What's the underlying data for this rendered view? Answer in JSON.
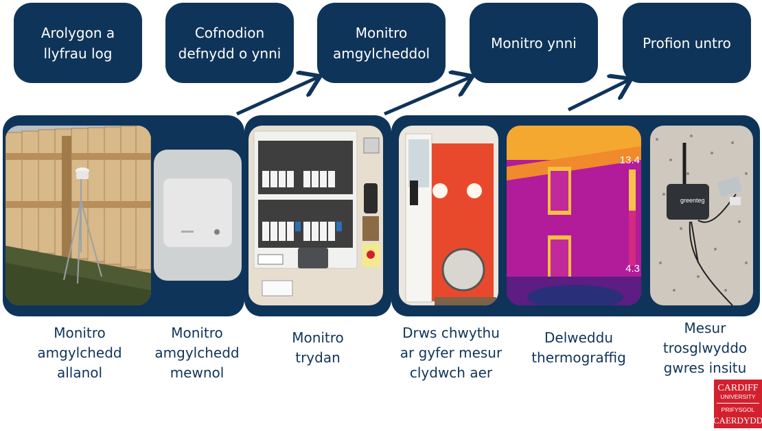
{
  "top_boxes": [
    "Arolygon a llyfrau log",
    "Cofnodion defnydd o ynni",
    "Monitro amgylcheddol",
    "Monitro ynni",
    "Profion untro"
  ],
  "captions": [
    "Monitro amgylchedd allanol",
    "Monitro amgylchedd mewnol",
    "Monitro trydan",
    "Drws chwythu ar gyfer mesur clydwch aer",
    "Delweddu thermograffig",
    "Mesur trosglwyddo gwres insitu"
  ],
  "thermal_scale": {
    "max": "13.4",
    "min": "4.3"
  },
  "sensor_brand": "greenteg",
  "logo": {
    "line1": "CARDIFF",
    "line2": "UNIVERSITY",
    "line3": "PRIFYSGOL",
    "line4": "CAERDYDD"
  },
  "colors": {
    "navy": "#0f3459",
    "logo_red": "#d3202f"
  }
}
